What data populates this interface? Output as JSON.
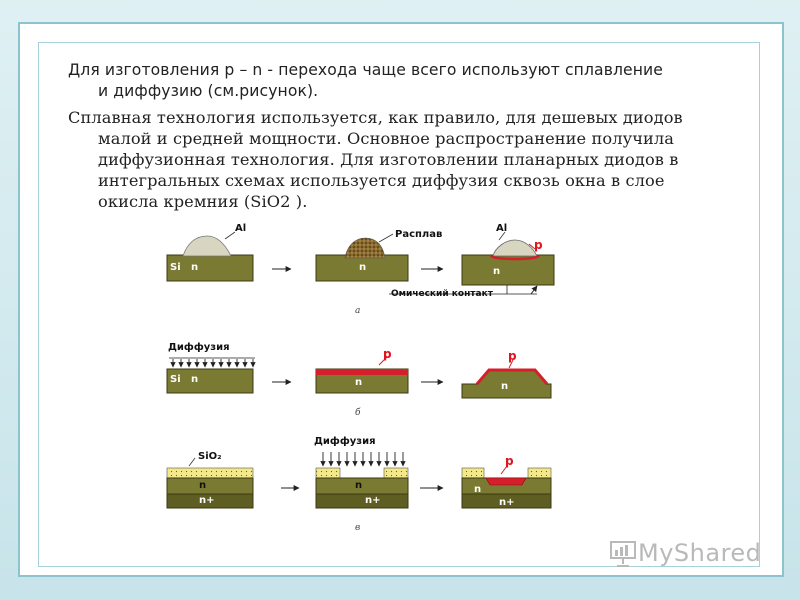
{
  "text": {
    "p1_line1": "Для изготовления p – n - перехода чаще всего используют сплавление",
    "p1_line2": "и диффузию (см.рисунок).",
    "p2_line1": "Сплавная технология используется, как правило, для дешевых диодов",
    "p2_line2": "малой и средней мощности. Основное распространение получила",
    "p2_line3": "диффузионная технология. Для изготовлении планарных диодов в",
    "p2_line4": "интегральных схемах используется диффузия сквозь окна в слое",
    "p2_line5": "окисла кремния (SiO2 )."
  },
  "figure": {
    "row_a": {
      "al1": "Al",
      "si": "Si",
      "n1": "n",
      "melt": "Расплав",
      "n2": "n",
      "al2": "Al",
      "p": "p",
      "n3": "n",
      "ohmic": "Омический контакт",
      "caption": "а"
    },
    "row_b": {
      "diffusion": "Диффузия",
      "si": "Si",
      "n1": "n",
      "p1": "p",
      "n2": "n",
      "p2": "p",
      "n3": "n",
      "caption": "б"
    },
    "row_c": {
      "sio2": "SiO₂",
      "n1": "n",
      "np1": "n+",
      "diffusion": "Диффузия",
      "n2": "n",
      "np2": "n+",
      "p": "p",
      "n3": "n",
      "np3": "n+",
      "caption": "в"
    }
  },
  "colors": {
    "substrate": "#7b7a32",
    "substrate_dark": "#5e5d22",
    "p_layer": "#d51f2a",
    "oxide": "#f3e98a",
    "al": "#d8d6c0",
    "frame_border": "#8dc3ce"
  },
  "watermark": {
    "text": "MyShared",
    "icon": "presentation-screen-icon"
  }
}
